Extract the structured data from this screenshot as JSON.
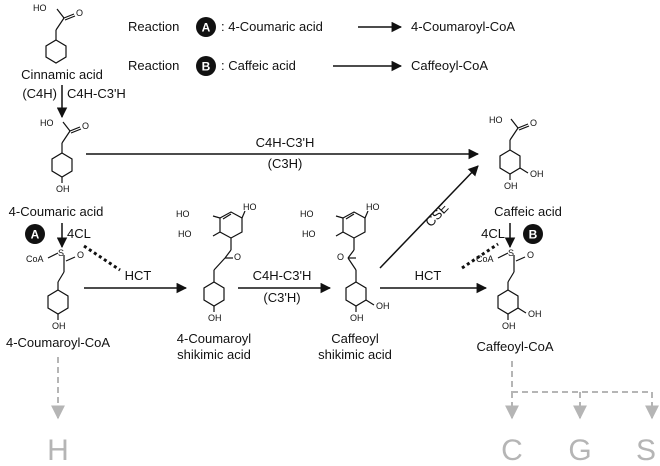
{
  "legend": {
    "reaction_word": "Reaction",
    "a_badge": "A",
    "a_text": ": 4-Coumaric acid",
    "a_product": "4-Coumaroyl-CoA",
    "b_badge": "B",
    "b_text": ": Caffeic acid",
    "b_product": "Caffeoyl-CoA"
  },
  "compounds": {
    "cinnamic": "Cinnamic acid",
    "coumaric": "4-Coumaric acid",
    "coumaroyl_coa": "4-Coumaroyl-CoA",
    "coumaroyl_shik_1": "4-Coumaroyl",
    "coumaroyl_shik_2": "shikimic acid",
    "caffeoyl_shik_1": "Caffeoyl",
    "caffeoyl_shik_2": "shikimic acid",
    "caffeic": "Caffeic acid",
    "caffeoyl_coa": "Caffeoyl-CoA"
  },
  "enzymes": {
    "c4h_left": "(C4H)",
    "c4h_c3h_left": "C4H-C3'H",
    "top_main": "C4H-C3'H",
    "top_sub": "(C3H)",
    "fourcl_a": "4CL",
    "hct_1": "HCT",
    "mid_main": "C4H-C3'H",
    "mid_sub": "(C3'H)",
    "cse": "CSE",
    "fourcl_b": "4CL",
    "hct_2": "HCT"
  },
  "atoms": {
    "ho": "HO",
    "oh": "OH",
    "o": "O",
    "coa": "CoA",
    "s": "S"
  },
  "lignin_units": {
    "h": "H",
    "c": "C",
    "g": "G",
    "s": "S"
  }
}
